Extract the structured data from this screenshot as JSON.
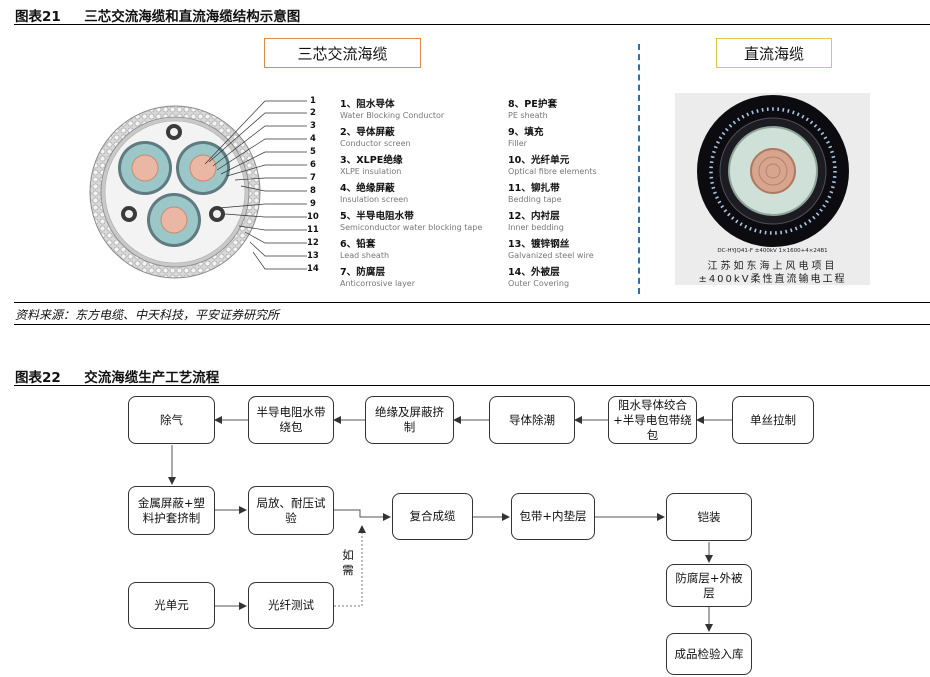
{
  "figure21": {
    "number": "图表21",
    "title": "三芯交流海缆和直流海缆结构示意图",
    "ac_label": "三芯交流海缆",
    "dc_label": "直流海缆",
    "callout_numbers": [
      "1",
      "2",
      "3",
      "4",
      "5",
      "6",
      "7",
      "8",
      "9",
      "10",
      "11",
      "12",
      "13",
      "14"
    ],
    "legend": [
      {
        "zh": "1、阻水导体",
        "en": "Water Blocking Conductor"
      },
      {
        "zh": "2、导体屏蔽",
        "en": "Conductor screen"
      },
      {
        "zh": "3、XLPE绝缘",
        "en": "XLPE insulation"
      },
      {
        "zh": "4、绝缘屏蔽",
        "en": "Insulation screen"
      },
      {
        "zh": "5、半导电阻水带",
        "en": "Semiconductor water blocking tape"
      },
      {
        "zh": "6、铅套",
        "en": "Lead sheath"
      },
      {
        "zh": "7、防腐层",
        "en": "Anticorrosive layer"
      },
      {
        "zh": "8、PE护套",
        "en": "PE sheath"
      },
      {
        "zh": "9、填充",
        "en": "Filler"
      },
      {
        "zh": "10、光纤单元",
        "en": "Optical fibre elements"
      },
      {
        "zh": "11、铆扎带",
        "en": "Bedding tape"
      },
      {
        "zh": "12、内衬层",
        "en": "Inner bedding"
      },
      {
        "zh": "13、镀锌钢丝",
        "en": "Galvanized steel wire"
      },
      {
        "zh": "14、外被层",
        "en": "Outer Covering"
      }
    ],
    "photo_caption_small": "DC-HYJQ41-F ±400kV 1×1600+4×24B1",
    "photo_caption_line1": "江苏如东海上风电项目",
    "photo_caption_line2": "±400kV柔性直流输电工程",
    "source": "资料来源：东方电缆、中天科技，平安证券研究所"
  },
  "figure22": {
    "number": "图表22",
    "title": "交流海缆生产工艺流程",
    "steps": {
      "s1": "单丝拉制",
      "s2": "阻水导体绞合+半导电包带绕包",
      "s3": "导体除潮",
      "s4": "绝缘及屏蔽挤制",
      "s5": "半导电阻水带绕包",
      "s6": "除气",
      "s7": "金属屏蔽+塑料护套挤制",
      "s8": "局放、耐压试验",
      "s9": "复合成缆",
      "s10": "包带+内垫层",
      "s11": "铠装",
      "s12": "防腐层+外被层",
      "s13": "成品检验入库",
      "s14": "光单元",
      "s15": "光纤测试"
    },
    "note": "如需"
  },
  "colors": {
    "ac_box_border": "#e08a4a",
    "dc_box_border": "#e6c24a",
    "divider": "#2f6fb0"
  }
}
